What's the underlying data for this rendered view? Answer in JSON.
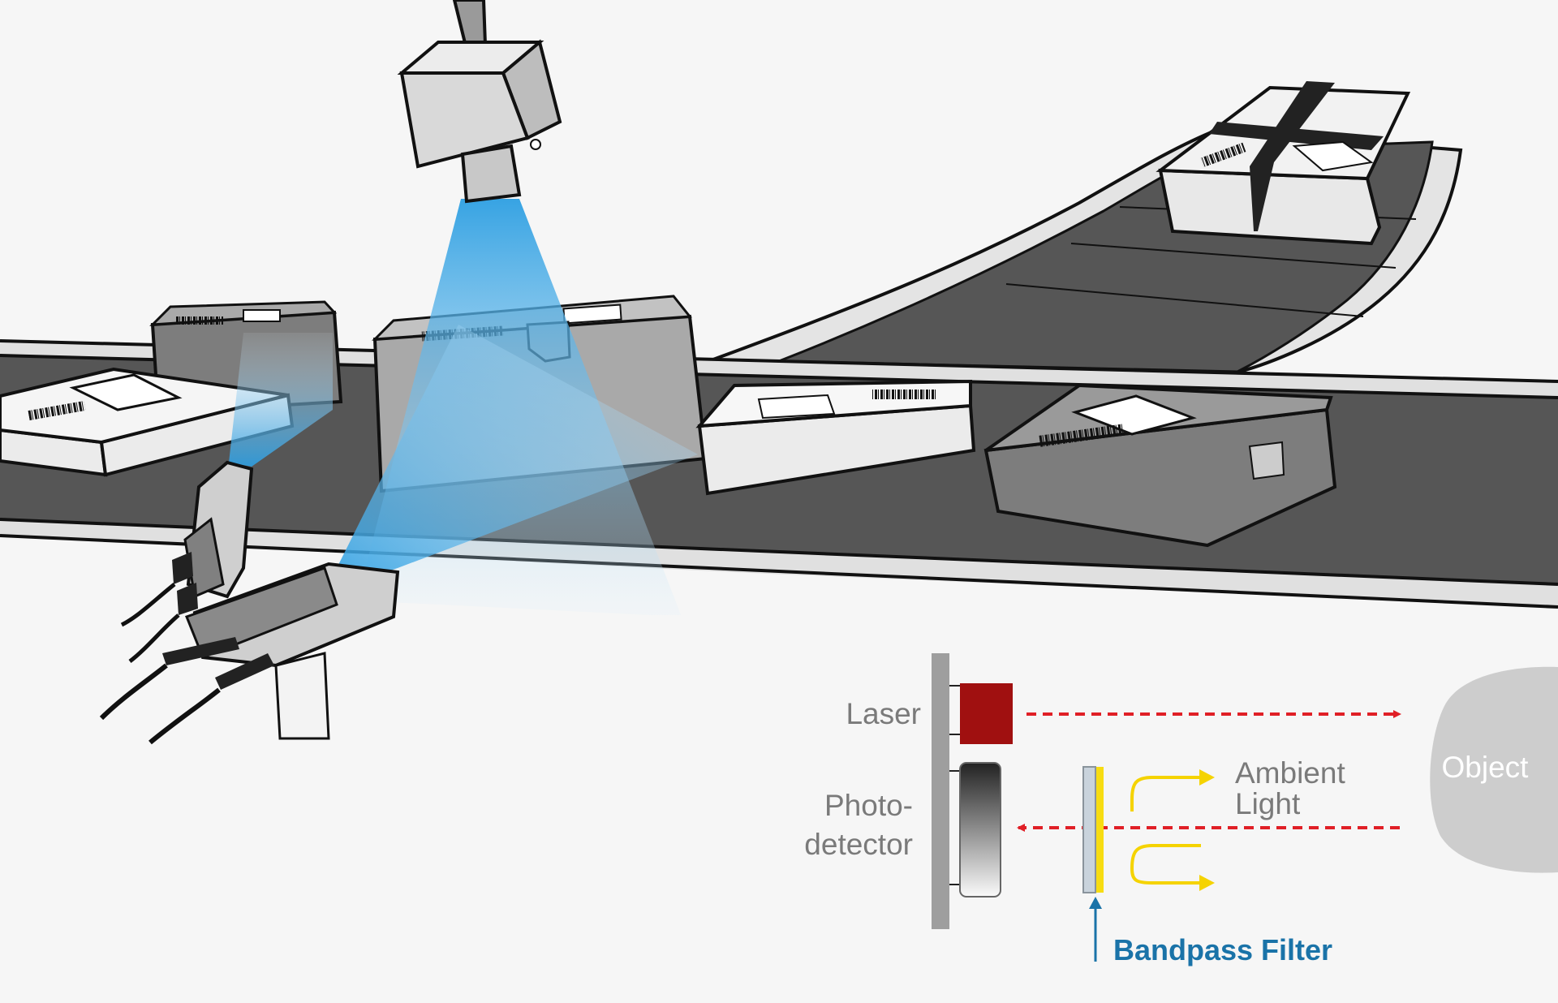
{
  "labels": {
    "laser": "Laser",
    "photodetector_line1": "Photo-",
    "photodetector_line2": "detector",
    "ambient_line1": "Ambient",
    "ambient_line2": "Light",
    "object": "Object",
    "bandpass_filter": "Bandpass Filter"
  },
  "colors": {
    "background": "#f6f6f6",
    "belt": "#565656",
    "belt_edge": "#e0e0e0",
    "box_light": "#ebebeb",
    "box_mid": "#a9a9a9",
    "box_dark": "#7d7d7d",
    "camera_beam": "#2d9fe2",
    "laser": "#a01010",
    "laser_ray": "#e01f26",
    "ambient_light": "#f5d300",
    "filter_glass": "#c9d3dc",
    "filter_coating": "#f7dc12",
    "bandpass_label": "#1a73a8",
    "label_gray": "#7a7a7a",
    "object_fill": "#cdcdcd"
  },
  "icons": {
    "camera": "overhead-camera-icon",
    "sensor": "distance-sensor-icon",
    "barcode": "barcode-icon"
  }
}
